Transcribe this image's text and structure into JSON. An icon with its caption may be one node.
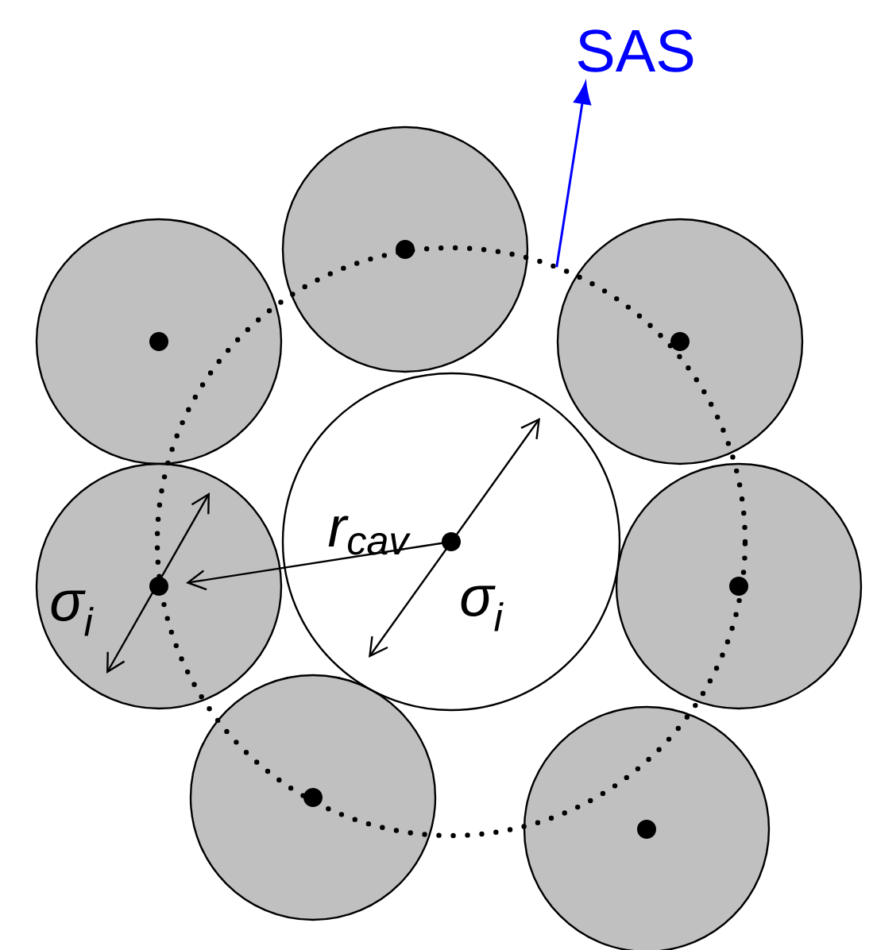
{
  "diagram": {
    "nodes": [
      {
        "text": [
          "SAS"
        ]
      },
      {
        "text": [],
        "shape": "circle"
      }
    ],
    "edges": [
      {
        "from": 1,
        "to": 0,
        "arrow": "to",
        "color": "#0000ff"
      }
    ],
    "labels": [
      "r$_{cav}$",
      "σ$_{i}$",
      "σ$_{i}$"
    ]
  }
}
